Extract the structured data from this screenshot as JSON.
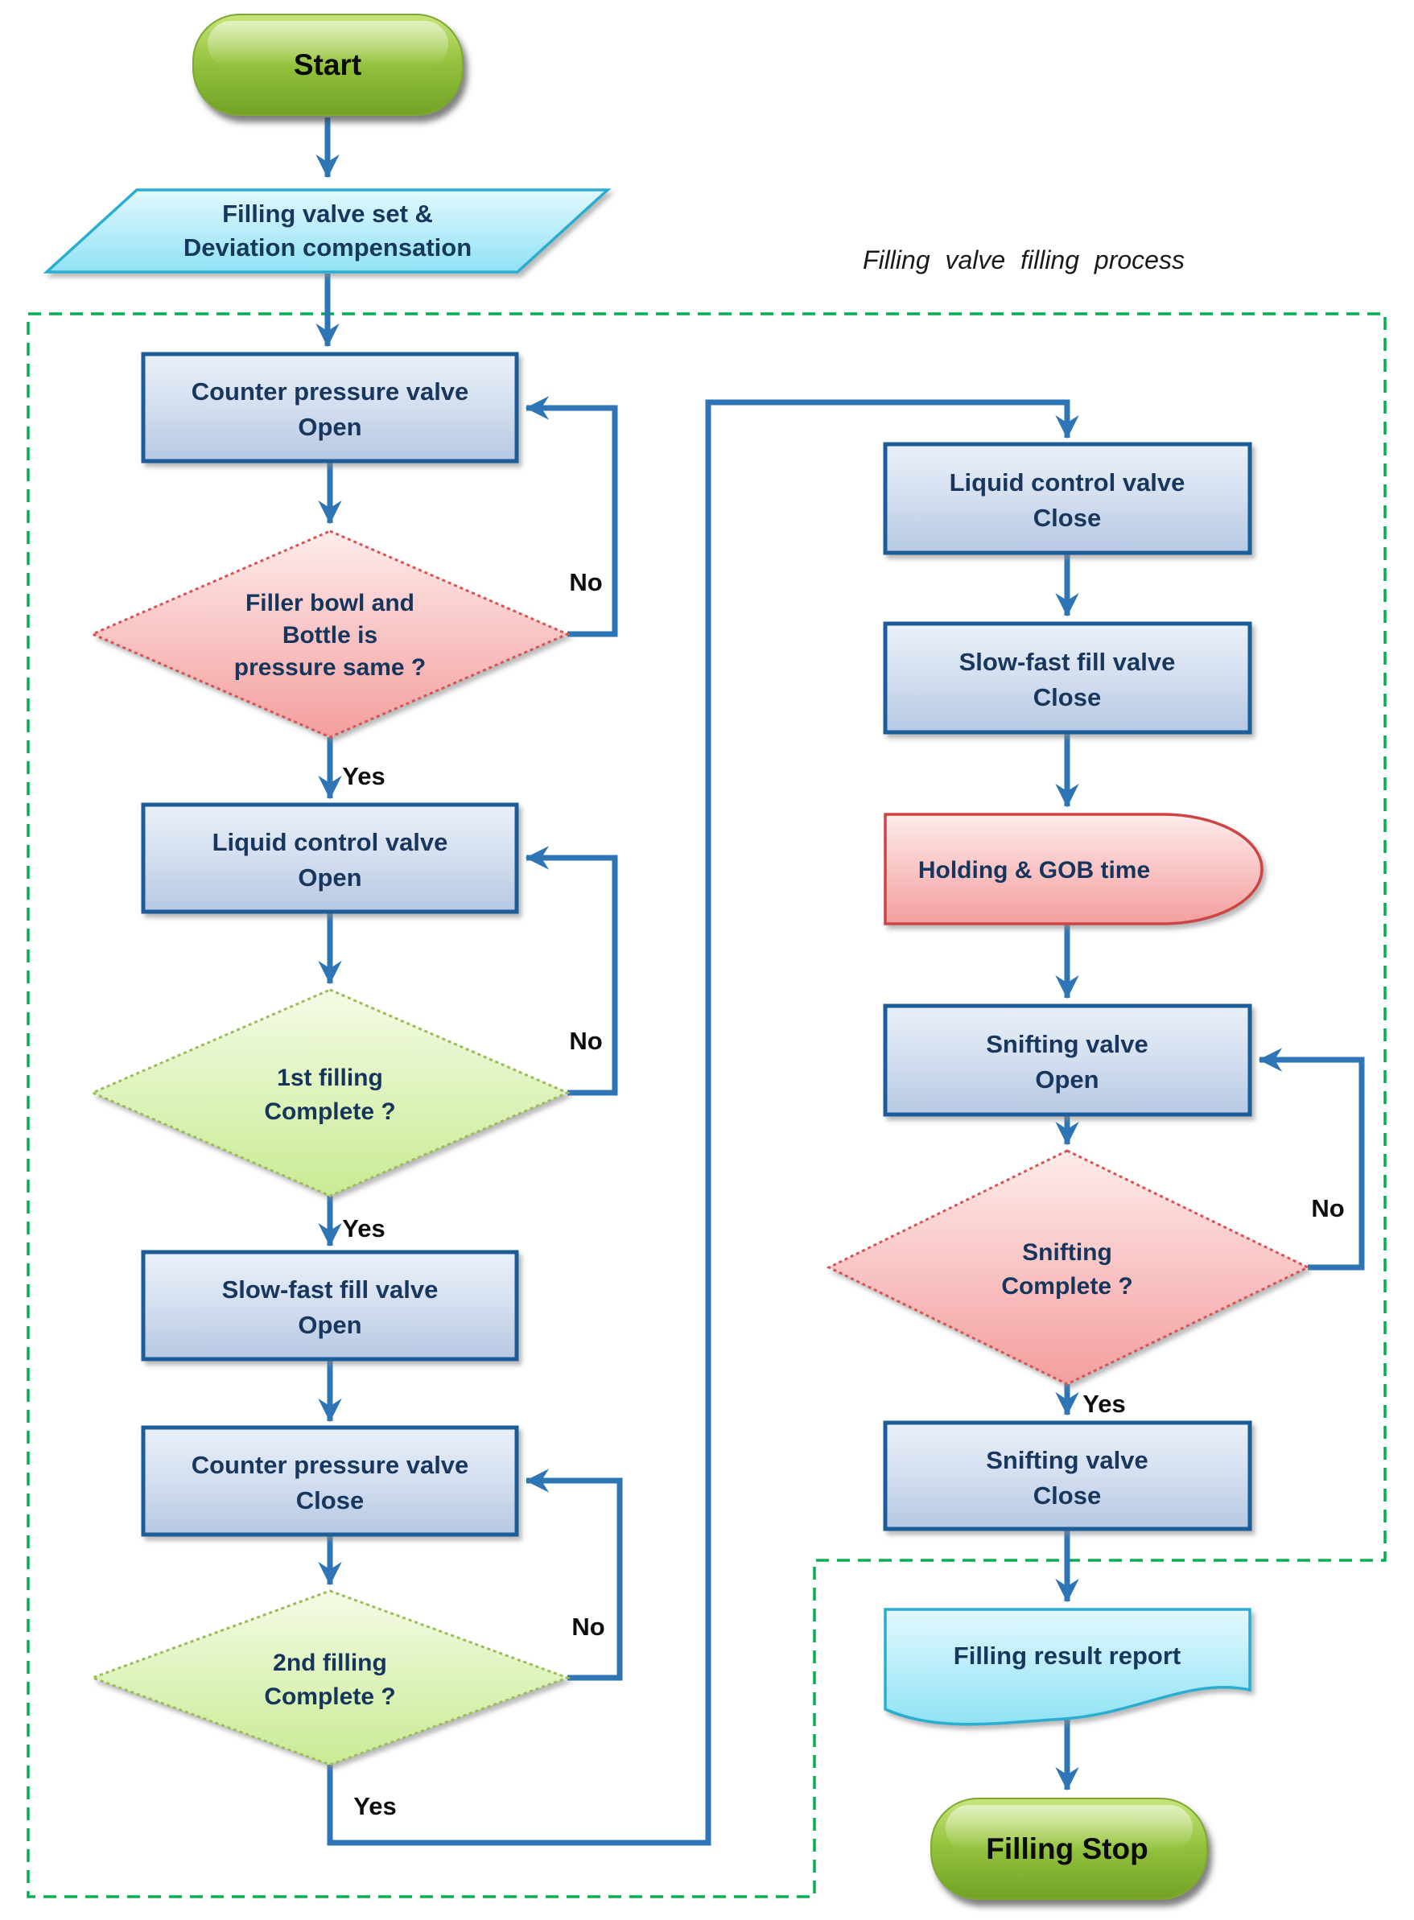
{
  "title": "Filling valve filling process",
  "labels": {
    "yes": "Yes",
    "no": "No"
  },
  "nodes": {
    "start": {
      "label": "Start"
    },
    "fill_set": {
      "line1": "Filling valve set &",
      "line2": "Deviation compensation"
    },
    "counter_open": {
      "line1": "Counter pressure valve",
      "line2": "Open"
    },
    "bowl_bottle": {
      "line1": "Filler bowl and",
      "line2": "Bottle is",
      "line3": "pressure same ?"
    },
    "liquid_open": {
      "line1": "Liquid control valve",
      "line2": "Open"
    },
    "first_fill": {
      "line1": "1st filling",
      "line2": "Complete ?"
    },
    "slow_open": {
      "line1": "Slow-fast fill valve",
      "line2": "Open"
    },
    "counter_close": {
      "line1": "Counter pressure valve",
      "line2": "Close"
    },
    "second_fill": {
      "line1": "2nd filling",
      "line2": "Complete ?"
    },
    "liquid_close": {
      "line1": "Liquid control valve",
      "line2": "Close"
    },
    "slow_close": {
      "line1": "Slow-fast fill valve",
      "line2": "Close"
    },
    "holding": {
      "label": "Holding & GOB time"
    },
    "snift_open": {
      "line1": "Snifting valve",
      "line2": "Open"
    },
    "snift_q": {
      "line1": "Snifting",
      "line2": "Complete ?"
    },
    "snift_close": {
      "line1": "Snifting valve",
      "line2": "Close"
    },
    "report": {
      "label": "Filling result report"
    },
    "stop": {
      "label": "Filling Stop"
    }
  },
  "colors": {
    "connector_blue": "#2E75B6",
    "process_fill_top": "#E8EEF7",
    "process_fill_bottom": "#B9CBE5",
    "process_border": "#1F5C99",
    "decision_pink": "#F5A2A2",
    "decision_pink_border": "#D95252",
    "decision_green": "#C9EB94",
    "decision_green_border": "#9CBC59",
    "terminator_green": "#8FBF3E",
    "io_cyan": "#9CE5F6",
    "io_cyan_border": "#2AAED0",
    "dashed_border_green": "#00B050",
    "node_text_navy": "#17375E",
    "label_text_black": "#0D0D0D"
  }
}
